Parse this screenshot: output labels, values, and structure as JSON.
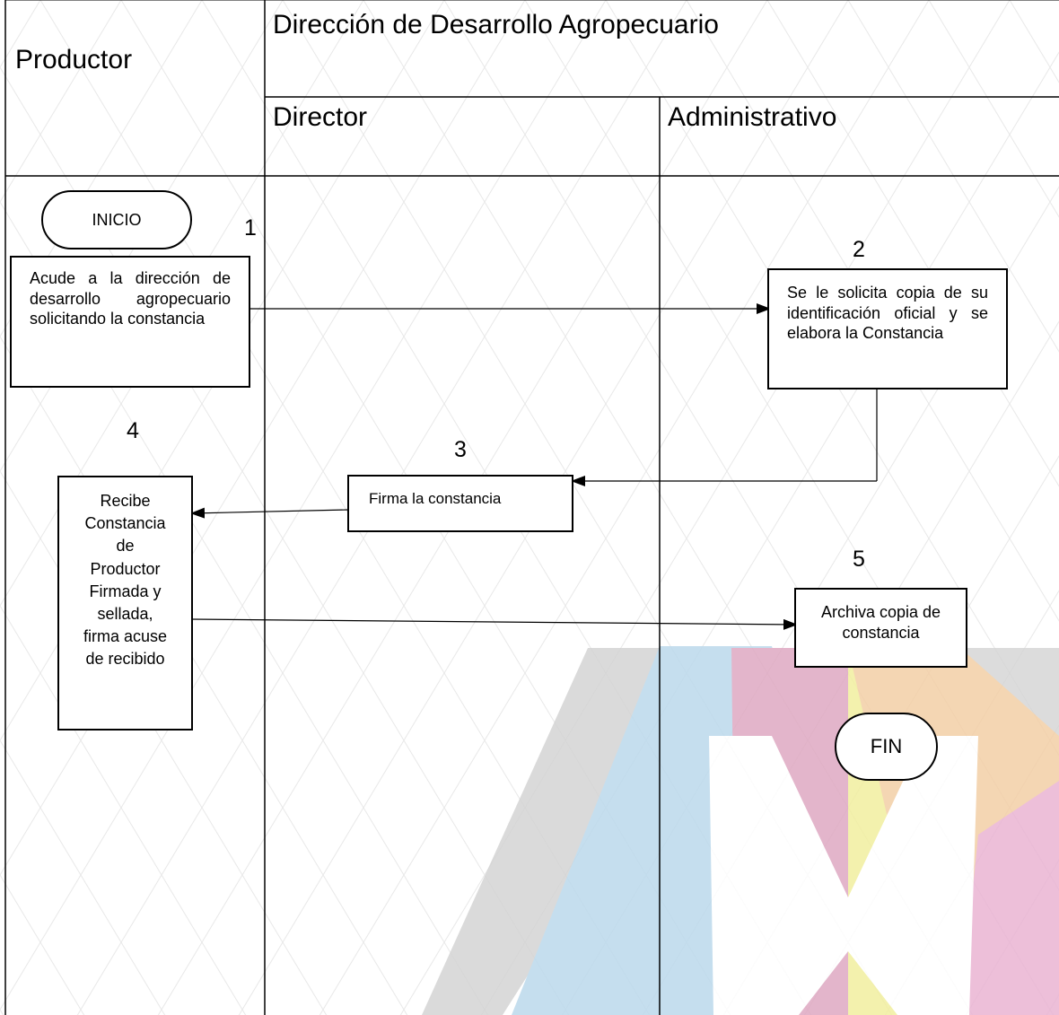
{
  "header": {
    "lane_productor": "Productor",
    "department": "Dirección de Desarrollo Agropecuario",
    "lane_director": "Director",
    "lane_administrativo": "Administrativo"
  },
  "steps": {
    "start": "INICIO",
    "step1_number": "1",
    "step1_text": "Acude a la dirección de desarrollo agropecuario solicitando la constancia",
    "step2_number": "2",
    "step2_text": "Se le solicita copia de su identificación oficial y se elabora la Constancia",
    "step3_number": "3",
    "step3_text": "Firma la constancia",
    "step4_number": "4",
    "step4_text": "Recibe Constancia de Productor Firmada y sellada, firma acuse de recibido",
    "step5_number": "5",
    "step5_text": "Archiva copia de constancia",
    "end": "FIN"
  },
  "colors": {
    "line": "#000000",
    "watermark_gray": "#cfcfcf",
    "watermark_pink": "#d99ab8",
    "watermark_blue": "#9fc6e0",
    "watermark_orange": "#f4c79a",
    "watermark_yellow": "#f1ef9f",
    "watermark_magenta": "#e8a8cf"
  }
}
